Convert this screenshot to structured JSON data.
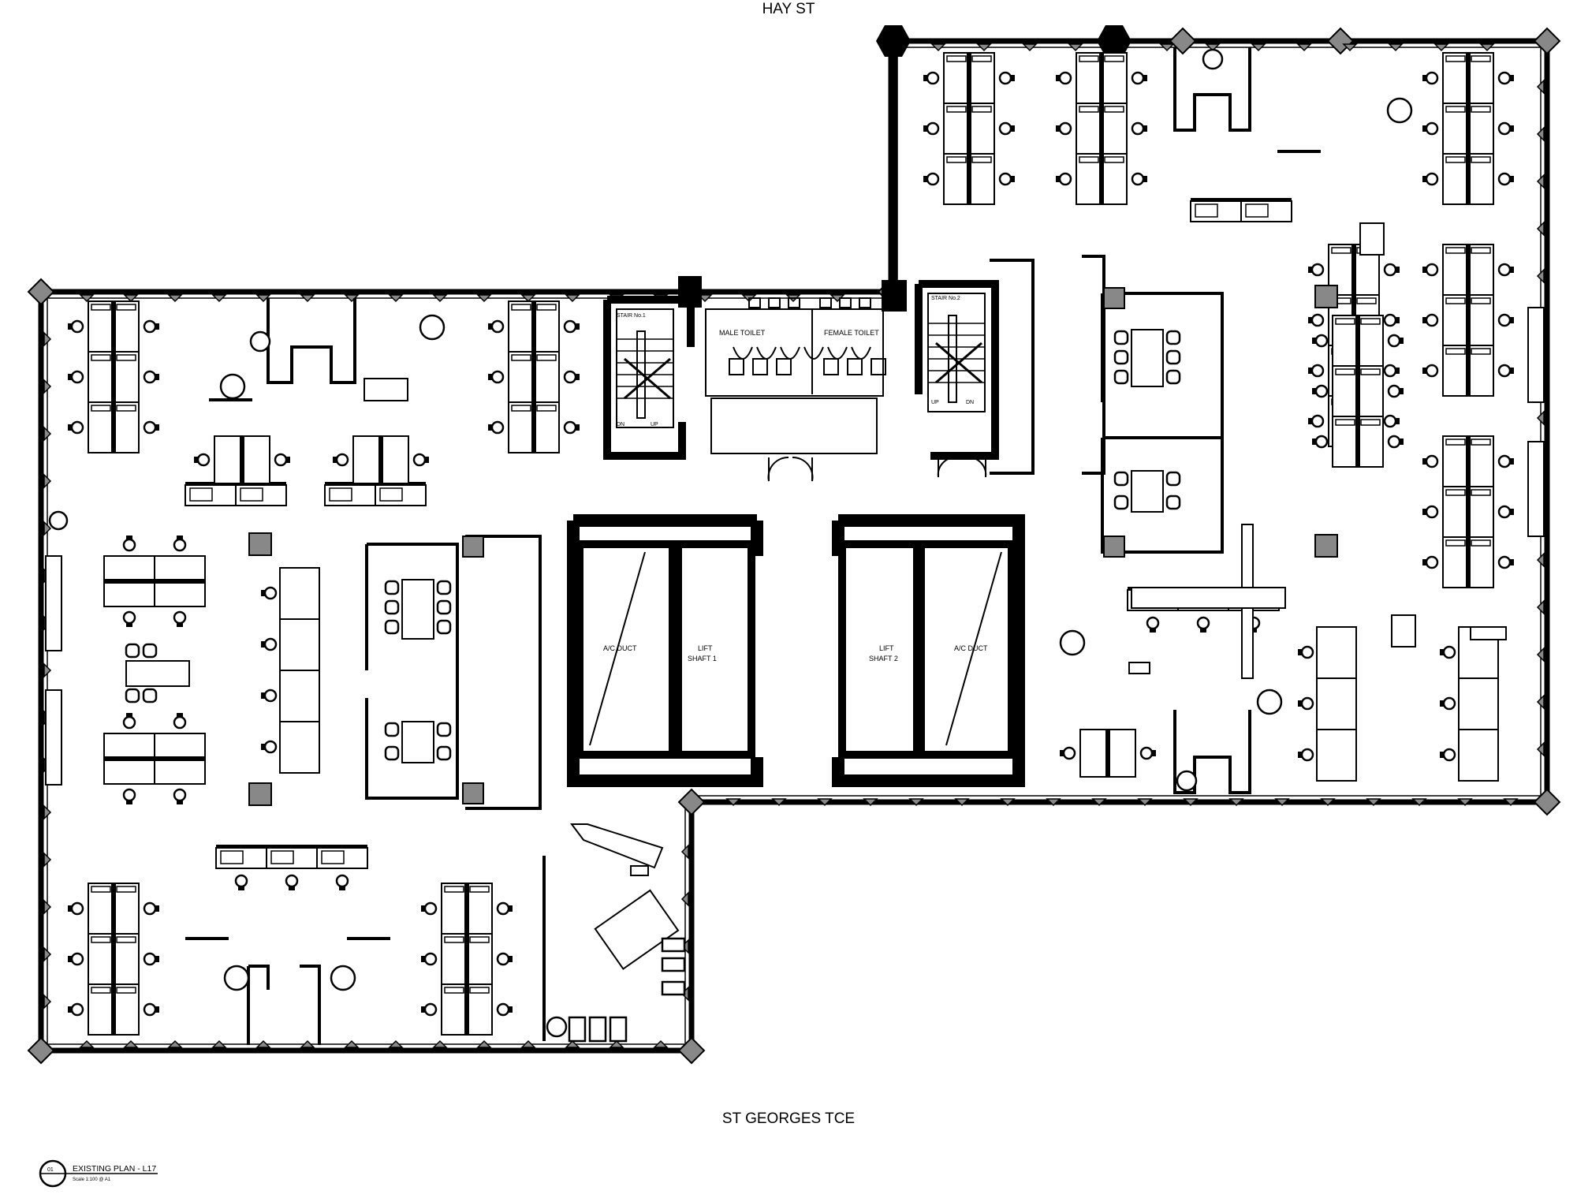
{
  "streets": {
    "north": "HAY ST",
    "south": "ST GEORGES TCE"
  },
  "rooms": {
    "stair_1": "STAIR No.1",
    "stair_2": "STAIR No.2",
    "male_toilet": "MALE TOILET",
    "female_toilet": "FEMALE TOILET",
    "ac_duct": "A/C DUCT",
    "lift_word": "LIFT",
    "lift_1": "SHAFT 1",
    "lift_2": "SHAFT 2",
    "stair_dn": "DN",
    "stair_up": "UP"
  },
  "title_block": {
    "number": "01",
    "title": "EXISTING PLAN - L17",
    "scale": "Scale 1:100 @ A1"
  }
}
